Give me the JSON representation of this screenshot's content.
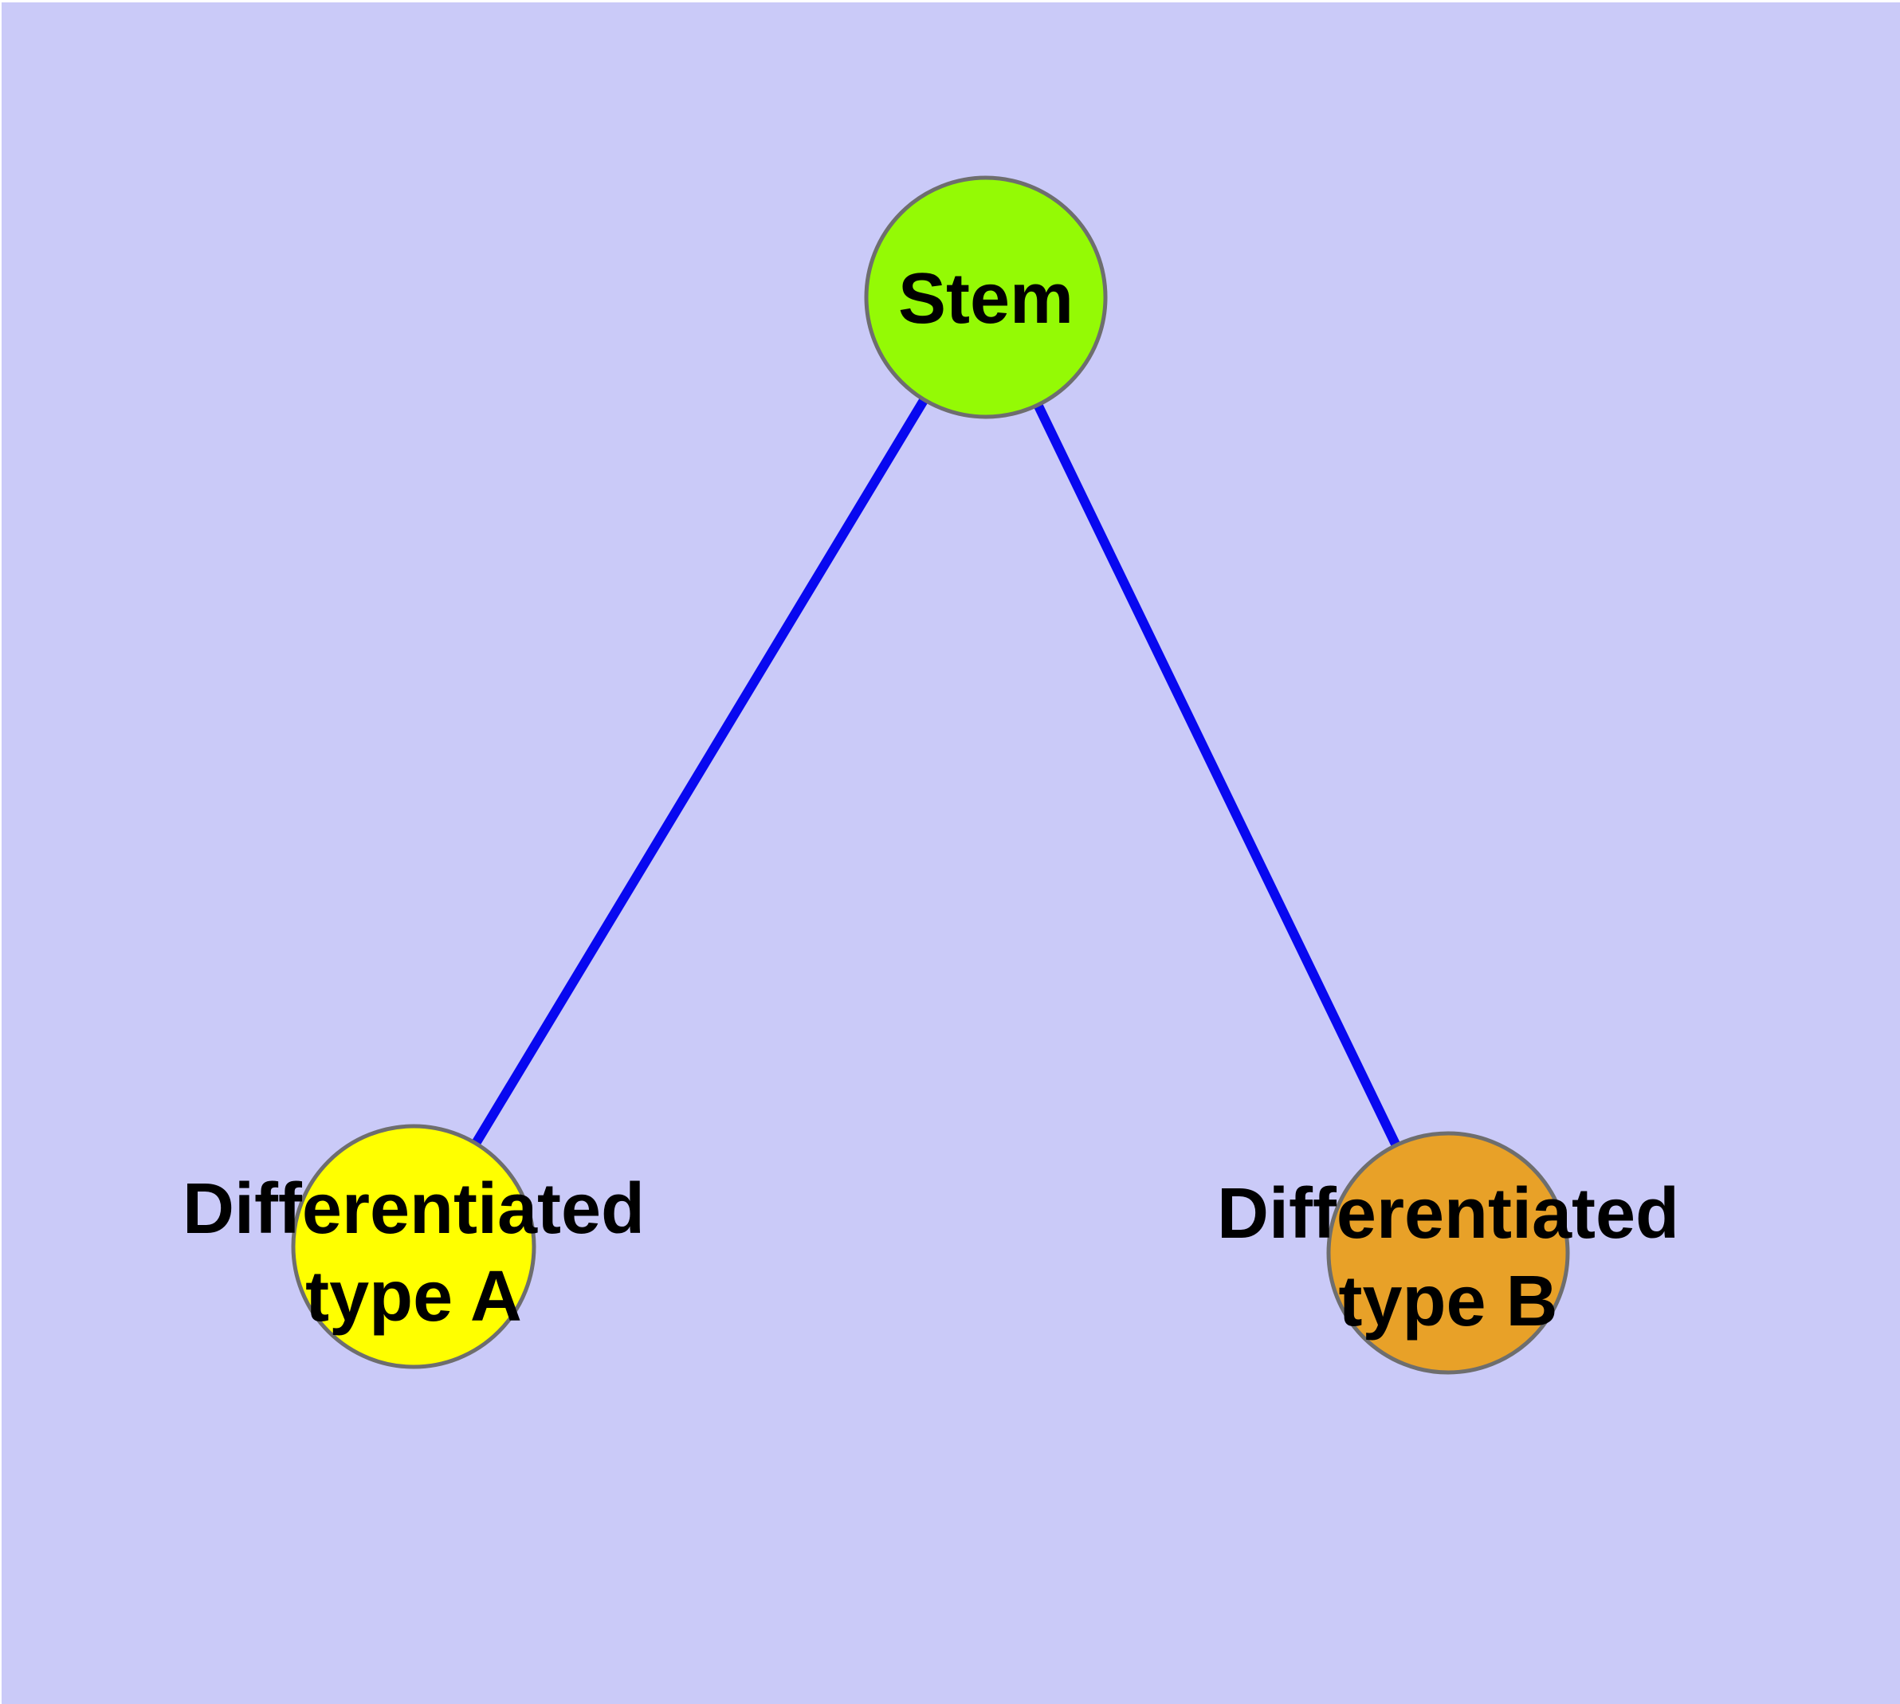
{
  "figure": {
    "background_color": "#CACAF8",
    "margin_color": "#FFFFFF",
    "edge_color": "#0808F0",
    "node_border_color": "#6E6E6E",
    "text_color": "#000000"
  },
  "nodes": {
    "stem": {
      "label": "Stem",
      "fill": "#94FA05"
    },
    "typeA": {
      "label_line1": "Differentiated",
      "label_line2": "type A",
      "fill": "#FFFF00"
    },
    "typeB": {
      "label_line1": "Differentiated",
      "label_line2": "type B",
      "fill": "#E8A128"
    }
  },
  "edges": [
    {
      "from": "Stem",
      "to": "Differentiated type A"
    },
    {
      "from": "Stem",
      "to": "Differentiated type B"
    }
  ]
}
